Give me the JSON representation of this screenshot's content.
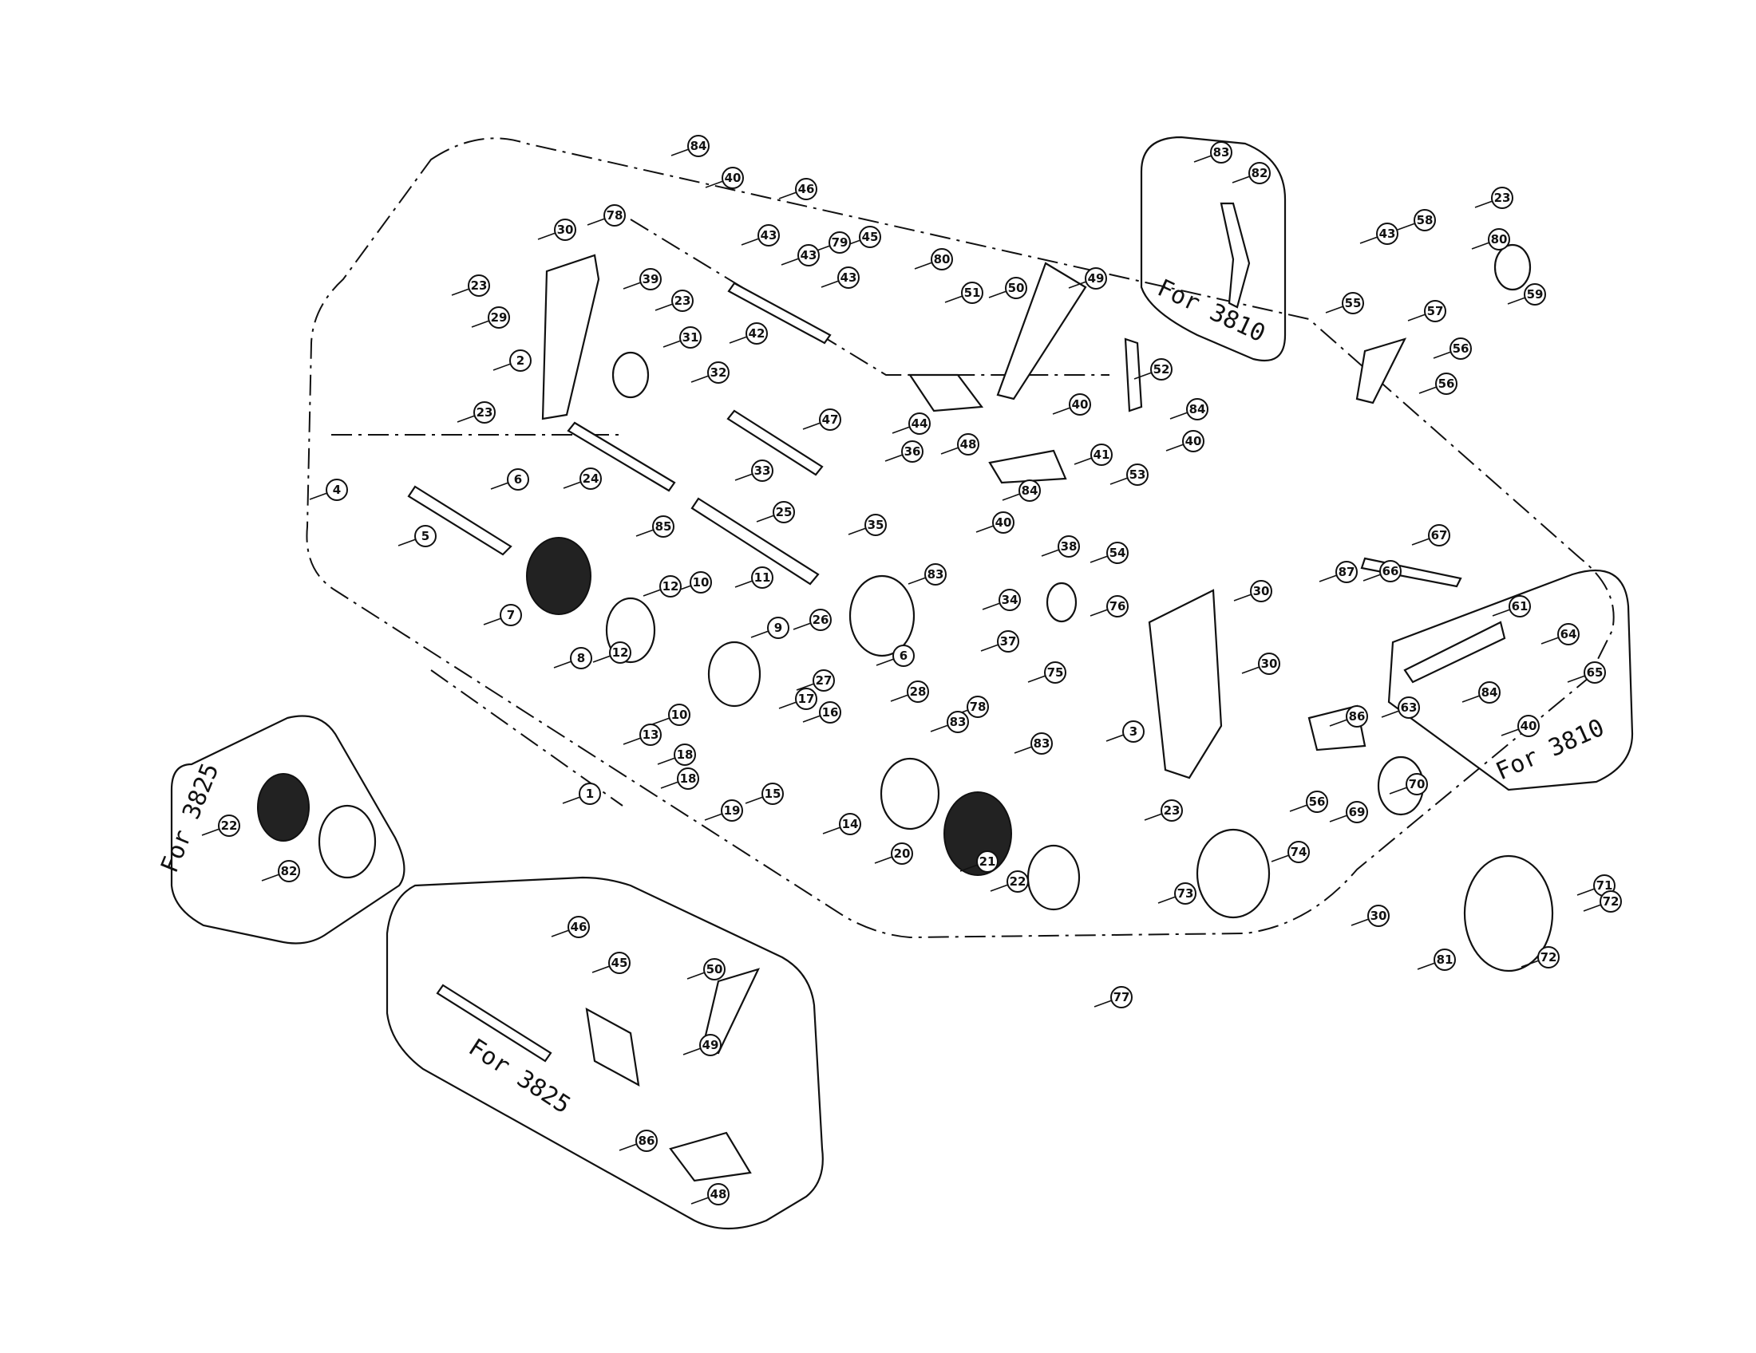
{
  "inset_labels": {
    "top_right": "For 3810",
    "right": "For 3810",
    "left": "For 3825",
    "bottom": "For 3825"
  },
  "callouts": [
    "84",
    "40",
    "46",
    "79",
    "45",
    "80",
    "30",
    "78",
    "43",
    "43",
    "43",
    "39",
    "23",
    "29",
    "23",
    "31",
    "42",
    "51",
    "50",
    "49",
    "2",
    "32",
    "47",
    "44",
    "23",
    "33",
    "24",
    "36",
    "48",
    "40",
    "41",
    "52",
    "84",
    "40",
    "4",
    "6",
    "5",
    "25",
    "85",
    "35",
    "84",
    "40",
    "53",
    "54",
    "7",
    "12",
    "10",
    "11",
    "26",
    "83",
    "34",
    "38",
    "37",
    "76",
    "30",
    "8",
    "9",
    "6",
    "28",
    "27",
    "12",
    "10",
    "13",
    "17",
    "16",
    "75",
    "78",
    "83",
    "83",
    "3",
    "30",
    "18",
    "18",
    "15",
    "19",
    "14",
    "20",
    "21",
    "22",
    "1",
    "23",
    "73",
    "74",
    "77",
    "30",
    "83",
    "82",
    "23",
    "80",
    "43",
    "58",
    "59",
    "55",
    "57",
    "56",
    "56",
    "67",
    "87",
    "66",
    "61",
    "64",
    "65",
    "63",
    "84",
    "40",
    "86",
    "56",
    "69",
    "70",
    "81",
    "71",
    "72",
    "72",
    "22",
    "82",
    "46",
    "45",
    "50",
    "49",
    "86",
    "48"
  ]
}
